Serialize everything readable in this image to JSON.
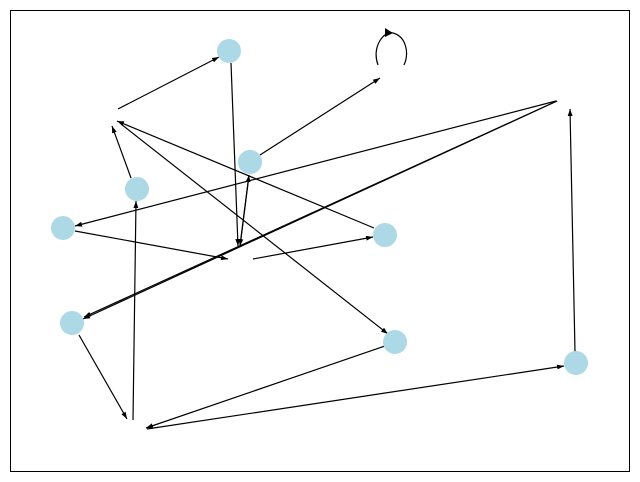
{
  "graph": {
    "node_color": "#add8e6",
    "edge_color": "#000000",
    "directed": true,
    "nodes": [
      {
        "id": "n1"
      },
      {
        "id": "n2"
      },
      {
        "id": "n3"
      },
      {
        "id": "n4"
      },
      {
        "id": "n5"
      },
      {
        "id": "n6"
      },
      {
        "id": "n7"
      },
      {
        "id": "n8"
      },
      {
        "id": "n9"
      },
      {
        "id": "h1",
        "hidden": true
      },
      {
        "id": "h2",
        "hidden": true
      },
      {
        "id": "h3",
        "hidden": true
      },
      {
        "id": "h4",
        "hidden": true
      },
      {
        "id": "h5",
        "hidden": true
      },
      {
        "id": "h6",
        "hidden": true
      }
    ],
    "edges": [
      {
        "source": "h1",
        "target": "n1"
      },
      {
        "source": "n1",
        "target": "h3"
      },
      {
        "source": "n2",
        "target": "h2"
      },
      {
        "source": "n2",
        "target": "h3"
      },
      {
        "source": "h3",
        "target": "n2"
      },
      {
        "source": "n3",
        "target": "h1"
      },
      {
        "source": "n5",
        "target": "h1"
      },
      {
        "source": "h1",
        "target": "n7"
      },
      {
        "source": "n4",
        "target": "h3"
      },
      {
        "source": "h4",
        "target": "n5"
      },
      {
        "source": "h3",
        "target": "n6"
      },
      {
        "source": "h6",
        "target": "n4"
      },
      {
        "source": "h6",
        "target": "n6"
      },
      {
        "source": "n6",
        "target": "h5"
      },
      {
        "source": "n7",
        "target": "h5"
      },
      {
        "source": "h5",
        "target": "n3"
      },
      {
        "source": "h5",
        "target": "n8"
      },
      {
        "source": "n8",
        "target": "h6"
      },
      {
        "source": "h2",
        "target": "h2",
        "self_loop": true
      }
    ]
  }
}
